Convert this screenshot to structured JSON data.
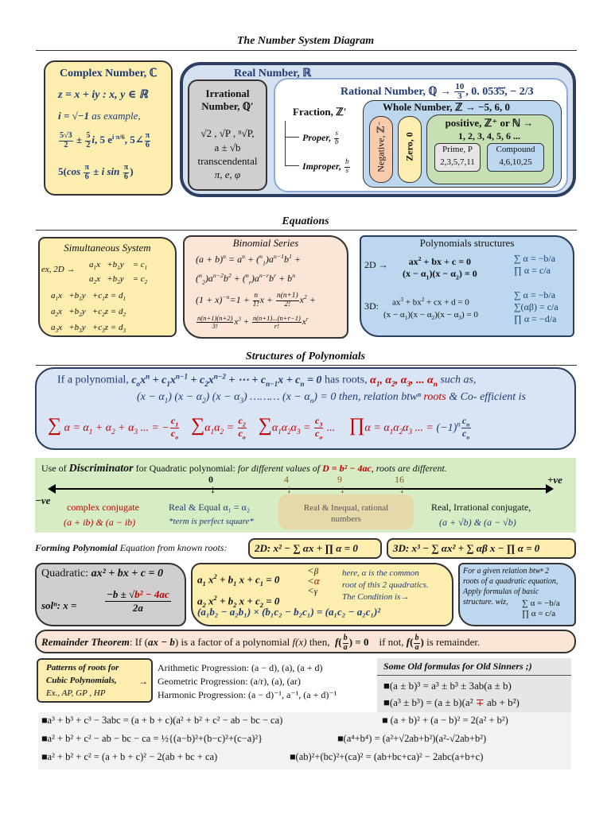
{
  "titles": {
    "main": "The Number System Diagram",
    "equations": "Equations",
    "structures": "Structures of Polynomials"
  },
  "complex": {
    "title": "Complex Number, ℂ",
    "l1": "z = x + iy : x, y ∈ ℝ",
    "l2a": "i = √−1",
    "l2b": " as example,"
  },
  "real": {
    "title": "Real Number, ℝ",
    "irr_title": "Irrational Number, ℚ′",
    "irr_l1": "√2 , √P , ⁿ√P,",
    "irr_l2": "a ± √b",
    "irr_l3": "transcendental",
    "irr_l4": "π, e, φ",
    "rat_title": "Rational Number, ℚ →",
    "rat_vals": "0. 053̇5̇,  − 2/3",
    "frac_title": "Fraction, ℤ′",
    "proper": "Proper,",
    "improper": "Improper,",
    "whole_title": "Whole Number, ℤ → −5, 6, 0",
    "negative": "Negative, ℤ⁻",
    "zero": "Zero, 0",
    "pos_title": "positive, ℤ⁺ or ℕ →",
    "pos_vals": "1, 2, 3, 4, 5, 6 ...",
    "prime_title": "Prime, P",
    "prime_vals": "2,3,5,7,11",
    "comp_title": "Compound",
    "comp_vals": "4,6,10,25"
  },
  "eq": {
    "sim_title": "Simultaneous System",
    "sim_ex": "ex,  2D →",
    "binom_title": "Binomial Series",
    "poly_title": "Polynomials structures",
    "d2": "2D →",
    "d3": "3D:"
  },
  "struct": {
    "l1a": "If a polynomial, ",
    "l1b": " has roots, ",
    "l1c": "such as,",
    "l2a": "then, relation btwⁿ ",
    "l2b": "roots",
    "l2c": " & Co- efficient is"
  },
  "disc": {
    "title_a": "Use of ",
    "title_b": "Discriminator",
    "title_c": " for Quadratic polynomial: ",
    "title_d": "for different values of ",
    "title_e": "D = b² − 4ac",
    "title_f": ", roots are different.",
    "neg": "−ve",
    "pos": "+ve",
    "ticks": [
      "0",
      "4",
      "9",
      "16"
    ],
    "complex": "complex conjugate",
    "complex_ex": "(a + ib) & (a − ib)",
    "real_equal": "Real & Equal  α₁ = α₂",
    "perfect": "*term is perfect square*",
    "inequal": "Real & Inequal, rational numbers",
    "irrational": "Real, Irrational conjugate,",
    "irrational_ex": "(a + √b)  & (a − √b)"
  },
  "forming": {
    "a": "Forming Polynomial",
    "b": " Equation from known roots: ",
    "d2": "2D: x² − ∑ αx + ∏ α = 0",
    "d3": "3D: x³ − ∑ αx² + ∑ αβ x − ∏ α = 0"
  },
  "quad": {
    "l1": "Quadratic: ",
    "l1b": "ax² + bx + c = 0",
    "sol": "solⁿ:  x ="
  },
  "common": {
    "n1": "here, α is the common",
    "n2": "root of this 2 quadratics.",
    "n3": "The Condition is→",
    "cond": "(a₁b₂ − a₂b₁) × (b₁c₂ − b₂c₁) = (a₁c₂ − a₂c₁)²"
  },
  "given": {
    "l1": "For a given relation btwⁿ 2",
    "l2": "roots of a quadratic equation,",
    "l3": "Apply formulas of basic",
    "l4": "structure. wiz,"
  },
  "remainder": {
    "a": "Remainder Theorem",
    "b": ": If (",
    "c": "ax − b",
    "d": ") is a factor of a polynomial ",
    "e": "f(x)",
    "f": " then,",
    "g": "if not, ",
    "h": " is remainder."
  },
  "patterns": {
    "title1": "Patterns of roots for",
    "title2": "Cubic Polynomials,",
    "title3": "Ex., AP, GP , HP",
    "ap": "Arithmetic Progression: (a − d), (a), (a + d)",
    "gp": "Geometric Progression:       (a/r),  (a),  (ar)",
    "hp": "Harmonic Progression: (a − d)⁻¹, a⁻¹, (a + d)⁻¹"
  },
  "old": {
    "title": "Some Old formulas for Old Sinners ;)",
    "f1": "■(a ± b)³ = a³ ± b³ ± 3ab(a ± b)",
    "f2a": "■(a³ ± b³) = (a ± b)(a² ",
    "f2b": "∓",
    "f2c": " ab + b²)",
    "f3": "■a³ + b³ + c³ − 3abc  = (a + b + c)(a² + b² + c² − ab − bc − ca)",
    "f3b": "■ (a + b)² + (a − b)² = 2(a² + b²)",
    "f4": "■a² + b² + c² − ab − bc − ca = ½{(a−b)²+(b−c)²+(c−a)²}",
    "f4b": "■(a⁴+b⁴) = (a²+√2ab+b²)(a²-√2ab+b²)",
    "f5": "■a² + b² + c² = (a + b + c)² − 2(ab + bc + ca)",
    "f5b": "■(ab)²+(bc)²+(ca)² = (ab+bc+ca)² − 2abc(a+b+c)"
  },
  "colors": {
    "complex_bg": "#fdeeb0",
    "real_bg": "#d6e1f0",
    "real_border": "#2d3e63",
    "irr_bg": "#d0cece",
    "neg_bg": "#f8cbad",
    "pos_bg": "#c6e0b4",
    "green_band": "#d6ecc4",
    "binom_bg": "#fbe5d6",
    "poly_bg": "#bdd7ee",
    "struct_bg": "#d9e5f4",
    "gray": "#d0cece",
    "old_bg": "#e7e6e6"
  }
}
